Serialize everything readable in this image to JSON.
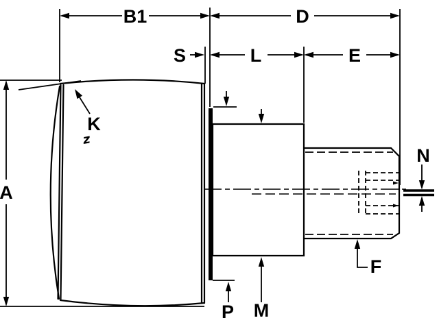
{
  "drawing": {
    "type": "engineering-dimension-drawing",
    "labels": {
      "b1": "B1",
      "d": "D",
      "s": "S",
      "l": "L",
      "e": "E",
      "a": "A",
      "k": "K",
      "k_sub": "z",
      "n": "N",
      "f": "F",
      "p": "P",
      "m": "M"
    },
    "colors": {
      "line": "#000000",
      "background": "#ffffff"
    }
  }
}
